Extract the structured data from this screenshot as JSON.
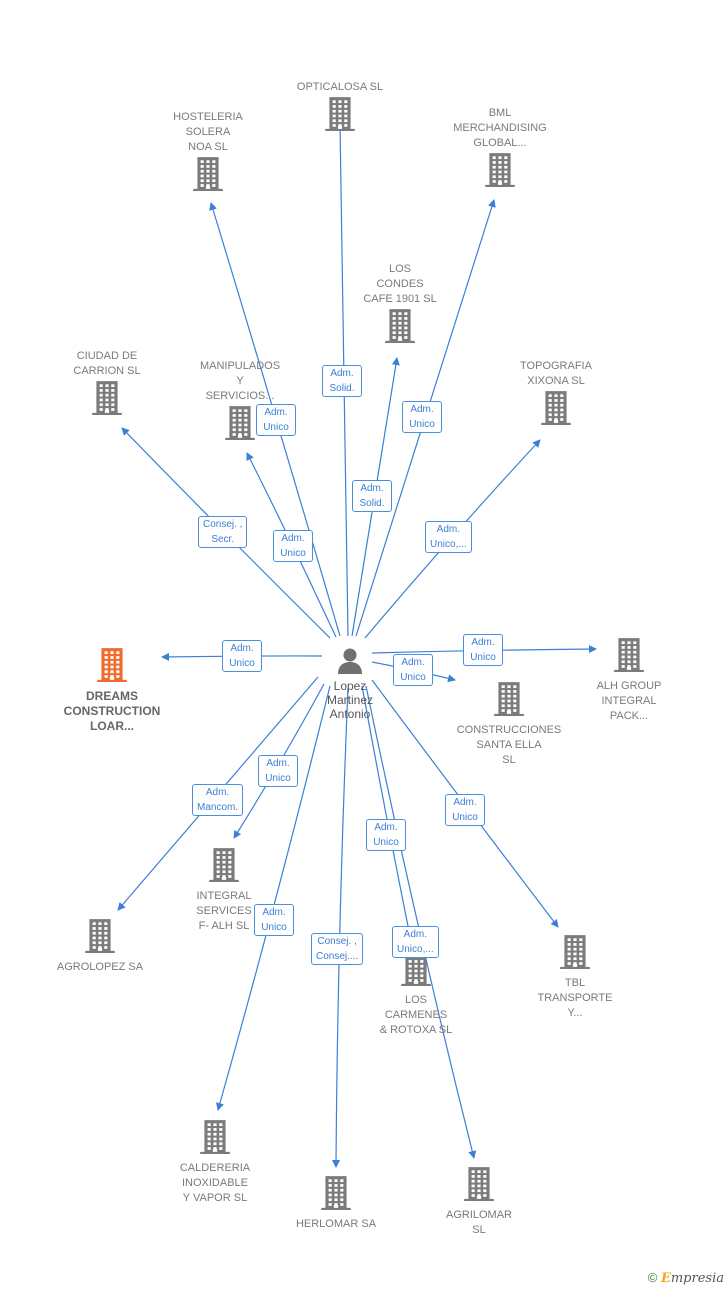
{
  "center": {
    "name": "Lopez\nMartinez\nAntonio"
  },
  "companies": [
    {
      "id": "opticalosa",
      "name": "OPTICALOSA SL"
    },
    {
      "id": "hosteleria",
      "name": "HOSTELERIA\nSOLERA\nNOA SL"
    },
    {
      "id": "bml",
      "name": "BML\nMERCHANDISING\nGLOBAL..."
    },
    {
      "id": "loscondes",
      "name": "LOS\nCONDES\nCAFE 1901  SL"
    },
    {
      "id": "ciudad",
      "name": "CIUDAD DE\nCARRION SL"
    },
    {
      "id": "manipulados",
      "name": "MANIPULADOS\nY\nSERVICIOS..."
    },
    {
      "id": "topografia",
      "name": "TOPOGRAFIA\nXIXONA  SL"
    },
    {
      "id": "dreams",
      "name": "DREAMS\nCONSTRUCTION\nLOAR...",
      "highlight": true
    },
    {
      "id": "alh",
      "name": "ALH GROUP\nINTEGRAL\nPACK..."
    },
    {
      "id": "construcciones",
      "name": "CONSTRUCCIONES\nSANTA ELLA\nSL"
    },
    {
      "id": "integral",
      "name": "INTEGRAL\nSERVICES\nF- ALH  SL"
    },
    {
      "id": "agrolopez",
      "name": "AGROLOPEZ SA"
    },
    {
      "id": "loscarmenes",
      "name": "LOS\nCARMENES\n& ROTOXA SL"
    },
    {
      "id": "tbl",
      "name": "TBL\nTRANSPORTE\nY..."
    },
    {
      "id": "caldereria",
      "name": "CALDERERIA\nINOXIDABLE\nY VAPOR  SL"
    },
    {
      "id": "herlomar",
      "name": "HERLOMAR SA"
    },
    {
      "id": "agrilomar",
      "name": "AGRILOMAR\nSL"
    }
  ],
  "relations": [
    {
      "target": "opticalosa",
      "label": "Adm.\nSolid."
    },
    {
      "target": "hosteleria",
      "label": "Adm.\nUnico"
    },
    {
      "target": "bml",
      "label": "Adm.\nUnico"
    },
    {
      "target": "loscondes",
      "label": "Adm.\nSolid."
    },
    {
      "target": "ciudad",
      "label": "Consej. ,\nSecr."
    },
    {
      "target": "manipulados",
      "label": "Adm.\nUnico"
    },
    {
      "target": "topografia",
      "label": "Adm.\nUnico,..."
    },
    {
      "target": "dreams",
      "label": "Adm.\nUnico"
    },
    {
      "target": "alh",
      "label": "Adm.\nUnico"
    },
    {
      "target": "construcciones",
      "label": "Adm.\nUnico"
    },
    {
      "target": "integral",
      "label": "Adm.\nUnico"
    },
    {
      "target": "agrolopez",
      "label": "Adm.\nMancom."
    },
    {
      "target": "caldereria",
      "label": "Adm.\nUnico"
    },
    {
      "target": "herlomar",
      "label": "Consej. ,\nConsej...."
    },
    {
      "target": "loscarmenes",
      "label": "Adm.\nUnico"
    },
    {
      "target": "agrilomar",
      "label": "Adm.\nUnico,..."
    },
    {
      "target": "tbl",
      "label": "Adm.\nUnico"
    }
  ],
  "colors": {
    "edge": "#3b7fd6",
    "building": "#7b7b7b",
    "highlight": "#f26a2e",
    "person": "#707070"
  },
  "footer": {
    "copyright": "©",
    "brand_rest": "mpresia",
    "brand_e": "E"
  }
}
